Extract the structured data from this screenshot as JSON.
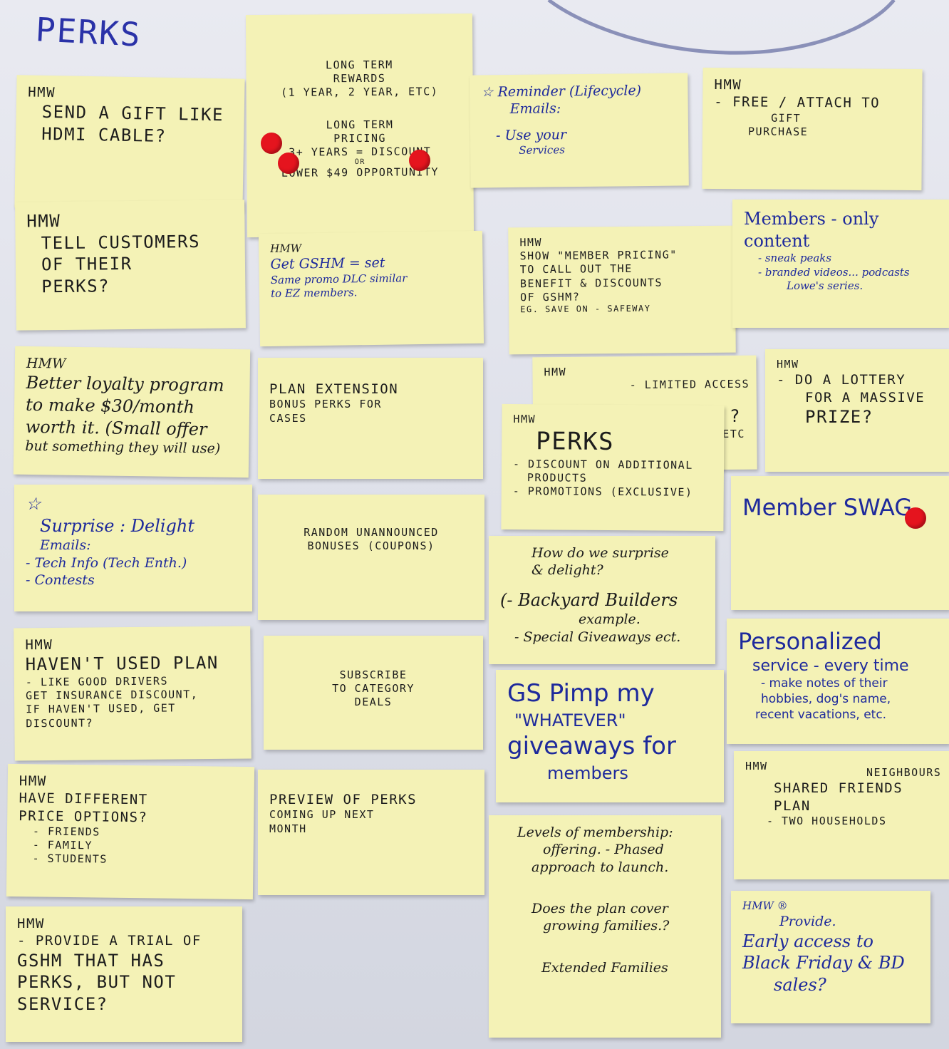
{
  "board_title": "PERKS",
  "notes": {
    "gift": {
      "lines": [
        "HMW",
        "SEND A GIFT LIKE",
        "HDMI CABLE?"
      ]
    },
    "longterm": {
      "lines": [
        "LONG TERM",
        "REWARDS",
        "(1 YEAR, 2 YEAR, ETC)",
        "LONG TERM",
        "PRICING",
        "3+ YEARS = DISCOUNT",
        "OR",
        "LOWER $49 OPPORTUNITY"
      ]
    },
    "reminder": {
      "lines": [
        "☆ Reminder (Lifecycle)",
        "Emails:",
        "- Use your",
        "Services"
      ]
    },
    "free": {
      "lines": [
        "HMW",
        "- FREE / ATTACH TO",
        "GIFT",
        "PURCHASE"
      ]
    },
    "tell": {
      "lines": [
        "HMW",
        "TELL CUSTOMERS",
        "OF THEIR",
        "PERKS?"
      ]
    },
    "prime": {
      "lines": [
        "HMW",
        "Get GSHM = set",
        "Same promo DLC similar",
        "to EZ members."
      ]
    },
    "memberpricing": {
      "lines": [
        "HMW",
        "SHOW \"MEMBER PRICING\"",
        "TO CALL OUT THE",
        "BENEFIT & DISCOUNTS",
        "OF GSHM?",
        "EG. SAVE ON - SAFEWAY"
      ]
    },
    "membersonly": {
      "lines": [
        "Members - only",
        "content",
        "- sneak peaks",
        "- branded videos... podcasts",
        "Lowe's series."
      ]
    },
    "loyalty": {
      "lines": [
        "HMW",
        "Better loyalty program",
        "to make $30/month",
        "worth it. (Small offer",
        "but something they will use)"
      ]
    },
    "extension": {
      "lines": [
        "PLAN EXTENSION",
        "BONUS PERKS FOR",
        "CASES"
      ]
    },
    "limited": {
      "lines": [
        "HMW",
        "- LIMITED ACCESS",
        "?",
        "ETC"
      ]
    },
    "lottery": {
      "lines": [
        "HMW",
        "- DO A LOTTERY",
        "FOR A MASSIVE",
        "PRIZE?"
      ]
    },
    "perks": {
      "lines": [
        "HMW",
        "PERKS",
        "- DISCOUNT ON ADDITIONAL",
        "PRODUCTS",
        "- PROMOTIONS (EXCLUSIVE)"
      ]
    },
    "surprise": {
      "lines": [
        "☆",
        "Surprise : Delight",
        "Emails:",
        "- Tech Info (Tech Enth.)",
        "- Contests"
      ]
    },
    "random": {
      "lines": [
        "RANDOM UNANNOUNCED",
        "BONUSES (COUPONS)"
      ]
    },
    "swag": {
      "lines": [
        "Member SWAG"
      ]
    },
    "howsurprise": {
      "lines": [
        "How do we surprise",
        "& delight?",
        "(- Backyard Builders",
        "example.",
        "- Special Giveaways ect."
      ]
    },
    "havent": {
      "lines": [
        "HMW",
        "HAVEN'T USED PLAN",
        "- LIKE GOOD DRIVERS",
        "GET INSURANCE DISCOUNT,",
        "IF HAVEN'T USED, GET",
        "DISCOUNT?"
      ]
    },
    "subscribe": {
      "lines": [
        "SUBSCRIBE",
        "TO CATEGORY",
        "DEALS"
      ]
    },
    "pimp": {
      "lines": [
        "GS Pimp my",
        "\"WHATEVER\"",
        "giveaways for",
        "members"
      ]
    },
    "personalized": {
      "lines": [
        "Personalized",
        "service - every time",
        "- make notes of their",
        "hobbies, dog's name,",
        "recent vacations, etc."
      ]
    },
    "price": {
      "lines": [
        "HMW",
        "HAVE DIFFERENT",
        "PRICE OPTIONS?",
        "- FRIENDS",
        "- FAMILY",
        "- STUDENTS"
      ]
    },
    "preview": {
      "lines": [
        "PREVIEW OF PERKS",
        "COMING UP NEXT",
        "MONTH"
      ]
    },
    "levels": {
      "lines": [
        "Levels of membership:",
        "offering. - Phased",
        "approach to launch.",
        "Does the plan cover",
        "growing families.?",
        "Extended Families"
      ]
    },
    "shared": {
      "lines": [
        "HMW",
        "NEIGHBOURS",
        "SHARED FRIENDS",
        "PLAN",
        "- TWO HOUSEHOLDS"
      ]
    },
    "trial": {
      "lines": [
        "HMW",
        "- PROVIDE A TRIAL OF",
        "GSHM THAT HAS",
        "PERKS, BUT NOT",
        "SERVICE?"
      ]
    },
    "early": {
      "lines": [
        "HMW ®",
        "Provide.",
        "Early access to",
        "Black Friday & BD",
        "sales?"
      ]
    }
  },
  "colors": {
    "note": "#f4f2b6",
    "ink_blue": "#1e2a9c",
    "ink_black": "#1c1c1c",
    "dot_red": "#e5141e"
  }
}
